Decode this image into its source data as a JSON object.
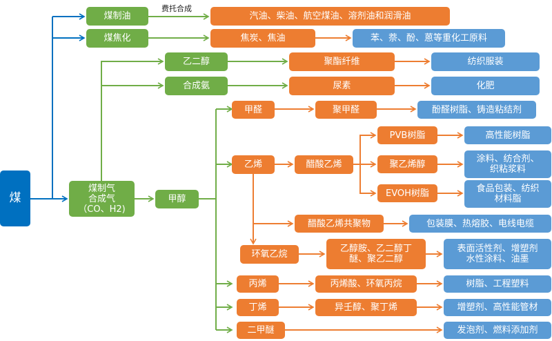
{
  "colors": {
    "root": "#0070c0",
    "green": "#70ad47",
    "orange": "#ed7d31",
    "blue": "#5b9bd5",
    "edge_blue": "#0070c0",
    "edge_green": "#70ad47",
    "edge_orange": "#ed7d31"
  },
  "nodes": {
    "coal": "煤",
    "coal_to_oil": "煤制油",
    "coking": "煤焦化",
    "syngas": "煤制气\n合成气\n（CO、H2)",
    "methanol": "甲醇",
    "ethylene_glycol": "乙二醇",
    "ammonia": "合成氨",
    "fuels": "汽油、柴油、航空煤油、溶剂油和润滑油",
    "coke_tar": "焦炭、焦油",
    "heavy_chem": "苯、萘、酚、蒽等重化工原料",
    "polyester": "聚酯纤维",
    "textile": "纺织服装",
    "urea": "尿素",
    "fertilizer": "化肥",
    "formaldehyde": "甲醛",
    "polyformaldehyde": "聚甲醛",
    "phenolic": "酚醛树脂、铸造粘结剂",
    "ethylene": "乙烯",
    "vinyl_acetate": "醋酸乙烯",
    "pvb": "PVB树脂",
    "hp_resin": "高性能树脂",
    "pva": "聚乙烯醇",
    "coatings": "涂料、纺合剂、\n织粘浆料",
    "evoh": "EVOH树脂",
    "food_pack": "食品包装、纺织\n材料脂",
    "va_copolymer": "醋酸乙烯共聚物",
    "packaging_film": "包装膜、热熔胶、电线电缆",
    "ethylene_oxide": "环氧乙烷",
    "ethanolamine": "乙醇胺、乙二醇丁\n醚、聚乙二醇",
    "surfactant": "表面活性剂、增塑剂\n水性涂料、油墨",
    "propylene": "丙烯",
    "acrylic": "丙烯酸、环氧丙烷",
    "resin_plastic": "树脂、工程塑料",
    "butene": "丁烯",
    "isononanol": "异壬醇、聚丁烯",
    "plasticizer": "增塑剂、高性能管材",
    "dme": "二甲醚",
    "foaming": "发泡剂、燃料添加剂"
  },
  "edge_labels": {
    "fischer_tropsch": "费托合成"
  }
}
